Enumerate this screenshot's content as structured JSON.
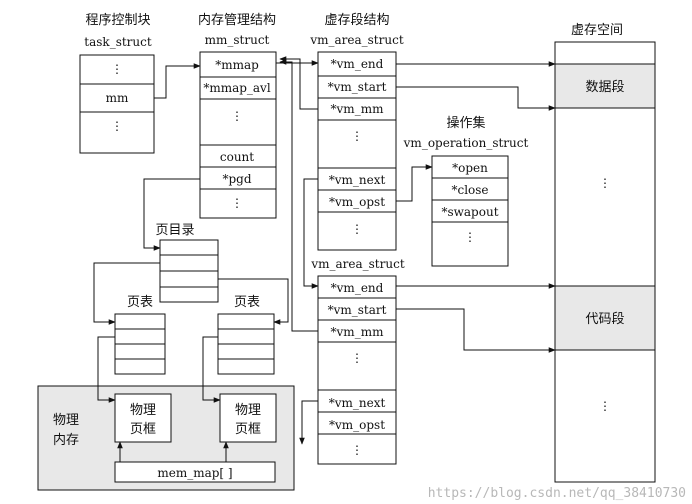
{
  "task": {
    "title": "程序控制块",
    "struct": "task_struct",
    "dots1": "⋮",
    "mm": "mm",
    "dots2": "⋮"
  },
  "mm": {
    "title": "内存管理结构",
    "struct": "mm_struct",
    "mmap": "*mmap",
    "mmap_avl": "*mmap_avl",
    "dots": "⋮",
    "count": "count",
    "pgd": "*pgd",
    "dots2": "⋮"
  },
  "vma_title": "虚存段结构",
  "vma1": {
    "struct": "vm_area_struct",
    "vm_end": "*vm_end",
    "vm_start": "*vm_start",
    "vm_mm": "*vm_mm",
    "dots": "⋮",
    "vm_next": "*vm_next",
    "vm_opst": "*vm_opst",
    "dots2": "⋮"
  },
  "vma2": {
    "struct": "vm_area_struct",
    "vm_end": "*vm_end",
    "vm_start": "*vm_start",
    "vm_mm": "*vm_mm",
    "dots": "⋮",
    "vm_next": "*vm_next",
    "vm_opst": "*vm_opst",
    "dots2": "⋮"
  },
  "ops": {
    "title": "操作集",
    "struct": "vm_operation_struct",
    "open": "*open",
    "close": "*close",
    "swapout": "*swapout",
    "dots": "⋮"
  },
  "vspace": {
    "title": "虚存空间",
    "data_seg": "数据段",
    "code_seg": "代码段",
    "dots1": "⋮",
    "dots2": "⋮"
  },
  "page_dir": "页目录",
  "page_table_1": "页表",
  "page_table_2": "页表",
  "phys": {
    "label_1": "物理",
    "label_2": "内存",
    "frame_1": "物理",
    "frame_2": "页框",
    "mem_map": "mem_map[ ]"
  },
  "watermark": "https://blog.csdn.net/qq_38410730"
}
